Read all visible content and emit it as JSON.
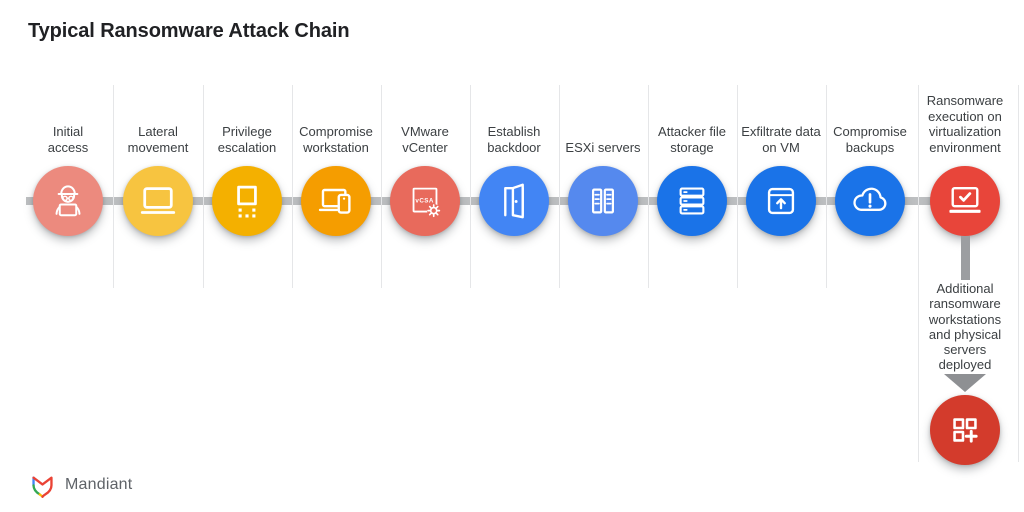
{
  "title": "Typical Ransomware Attack Chain",
  "chain": {
    "steps": [
      {
        "label": "Initial\naccess",
        "icon": "hacker-icon",
        "color": "#ec8a7e"
      },
      {
        "label": "Lateral\nmovement",
        "icon": "laptop-icon",
        "color": "#f7c440"
      },
      {
        "label": "Privilege\nescalation",
        "icon": "device-dots-icon",
        "color": "#f4b000"
      },
      {
        "label": "Compromise\nworkstation",
        "icon": "devices-icon",
        "color": "#f59d00"
      },
      {
        "label": "VMware\nvCenter",
        "icon": "vcsa-gear-icon",
        "badge": "vCSA",
        "color": "#e86a5c"
      },
      {
        "label": "Establish\nbackdoor",
        "icon": "open-door-icon",
        "color": "#4285f4"
      },
      {
        "label": "ESXi servers",
        "icon": "server-towers-icon",
        "color": "#5589ee"
      },
      {
        "label": "Attacker file\nstorage",
        "icon": "file-storage-icon",
        "color": "#1a73e8"
      },
      {
        "label": "Exfiltrate data\non VM",
        "icon": "upload-box-icon",
        "color": "#1a73e8"
      },
      {
        "label": "Compromise\nbackups",
        "icon": "cloud-alert-icon",
        "color": "#1a73e8"
      },
      {
        "label": "Ransomware\nexecution on\nvirtualization\nenvironment",
        "icon": "laptop-check-icon",
        "color": "#e8453a"
      }
    ]
  },
  "branch": {
    "label": "Additional\nransomware\nworkstations\nand physical\nservers\ndeployed",
    "icon": "deploy-grid-icon",
    "color": "#d33b2c"
  },
  "footer": {
    "brand": "Mandiant",
    "logo_icon": "mandiant-shield-logo"
  },
  "colors": {
    "connector": "#bdbfc1",
    "branch_connector": "#9c9ea1",
    "arrow": "#8e9093",
    "divider": "#e5e6e8",
    "title_text": "#202124",
    "label_text": "#3c4043",
    "brand_text": "#5f6368"
  }
}
